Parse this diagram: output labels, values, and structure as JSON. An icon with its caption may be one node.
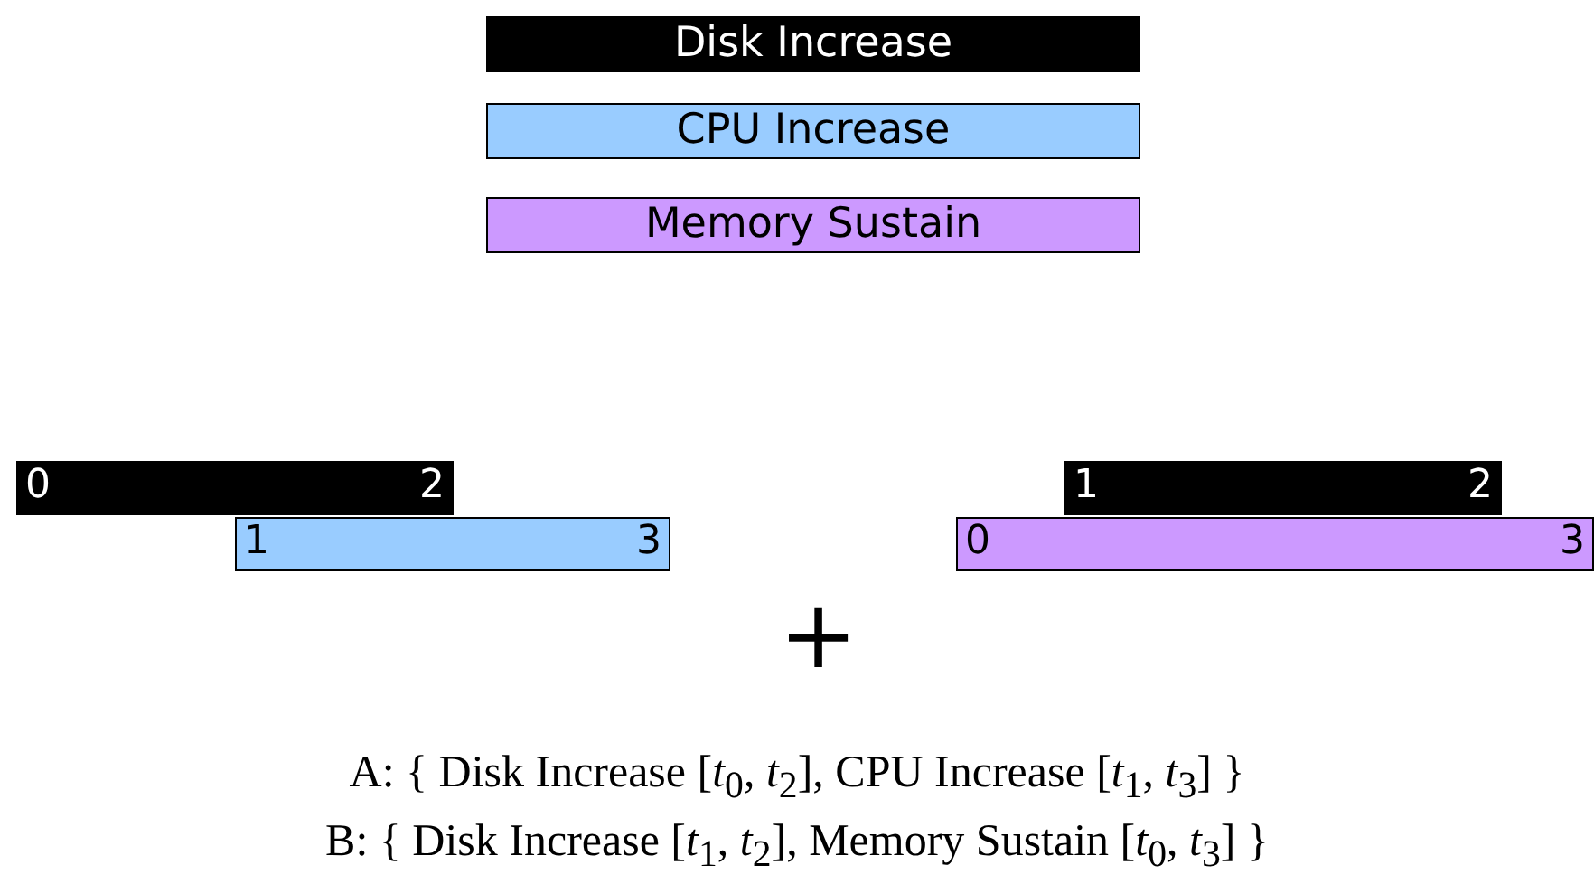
{
  "diagram": {
    "nodes": [
      {
        "text": [
          "0",
          "2"
        ]
      },
      {
        "text": [
          "1",
          "3"
        ]
      },
      {
        "text": [
          "1",
          "2"
        ]
      },
      {
        "text": [
          "0",
          "3"
        ]
      }
    ],
    "labels": [
      "+",
      "A: { Disk Increase [*t*$_{0}$, *t*$_{2}$], CPU Increase [*t*$_{1}$, *t*$_{3}$] }",
      "B: { Disk Increase [*t*$_{1}$, *t*$_{2}$], Memory Sustain [*t*$_{0}$, *t*$_{3}$] }"
    ],
    "legend": [
      {
        "text": "Disk Increase",
        "color": "#000000"
      },
      {
        "text": "CPU Increase",
        "color": "#99ccff"
      },
      {
        "text": "Memory Sustain",
        "color": "#cc99ff"
      }
    ]
  }
}
